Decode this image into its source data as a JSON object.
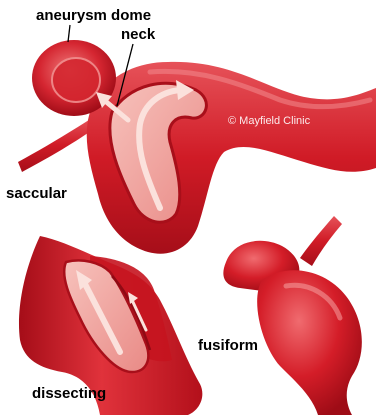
{
  "labels": {
    "aneurysm_dome": "aneurysm dome",
    "neck": "neck",
    "saccular": "saccular",
    "fusiform": "fusiform",
    "dissecting": "dissecting"
  },
  "credit": "© Mayfield Clinic",
  "colors": {
    "vessel_dark": "#b0101c",
    "vessel_mid": "#d41d28",
    "vessel_light": "#e94a4f",
    "lumen_pink": "#f3a9a3",
    "flow_arrow": "#fbe1dc",
    "background": "#ffffff"
  },
  "icons": [
    "flow-arrow-icon"
  ]
}
